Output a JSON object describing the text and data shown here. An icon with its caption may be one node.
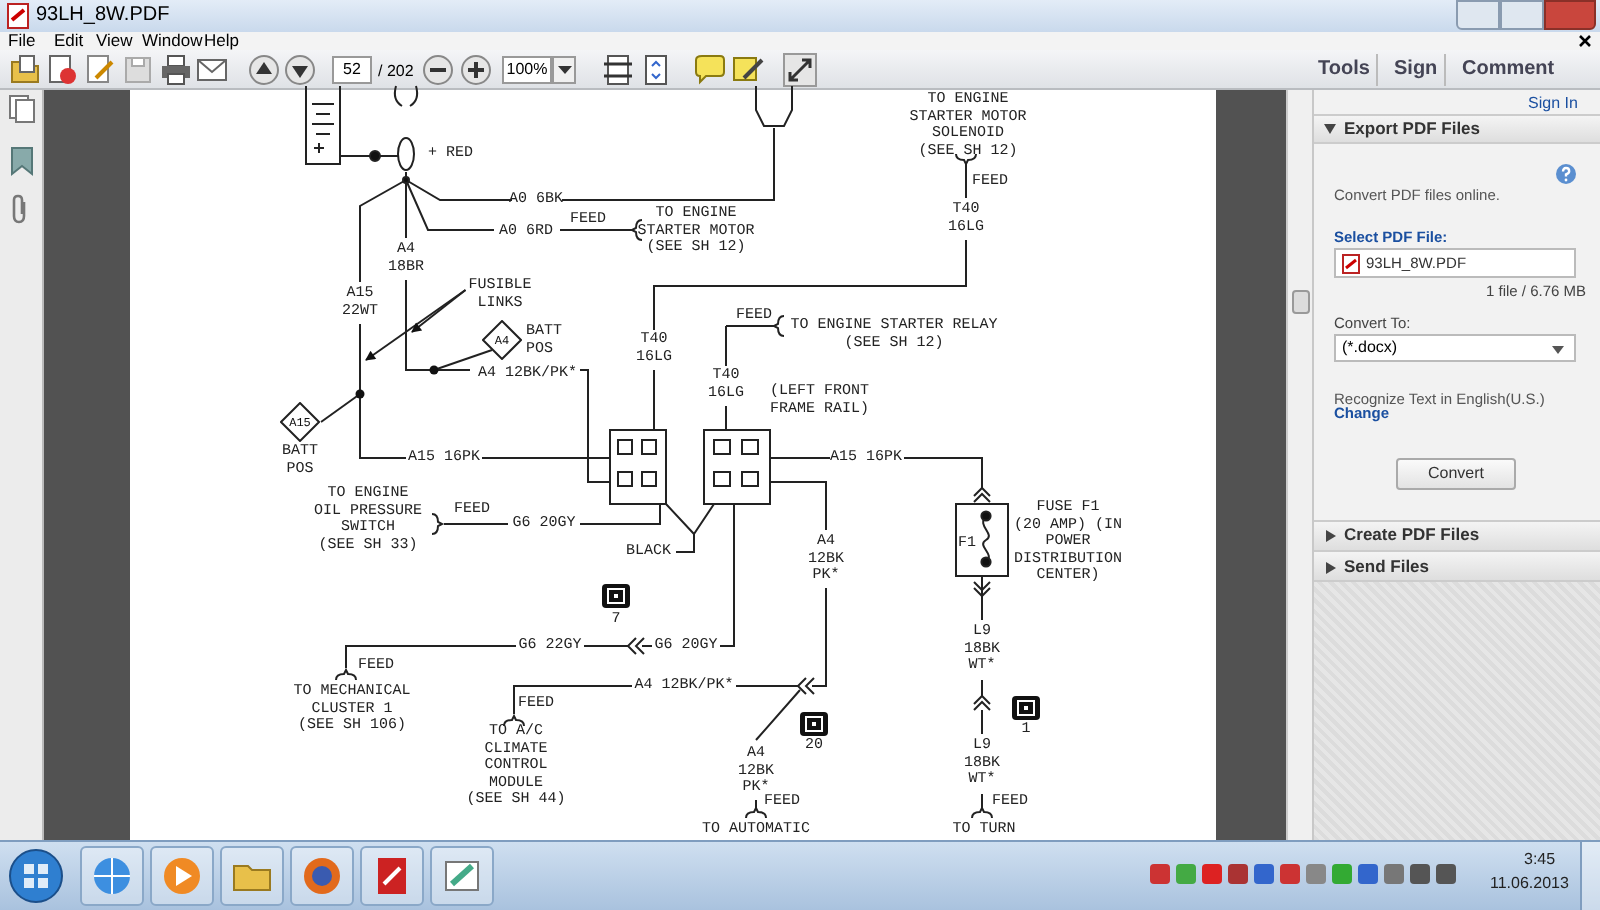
{
  "diagram": {
    "nodes": [
      {
        "text": [
          "FUSIBLE LINKS"
        ]
      },
      {
        "text": [
          "A4"
        ],
        "beside": [
          "BATT POS"
        ]
      },
      {
        "text": [
          "A15"
        ],
        "beside": [
          "BATT POS"
        ]
      }
    ],
    "edges": [
      {
        "from": 0,
        "to": null,
        "arrow": "to"
      },
      {
        "from": 0,
        "to": null,
        "arrow": "to"
      },
      {
        "from": 1,
        "to": null,
        "arrow": "other"
      },
      {
        "from": 2,
        "to": null,
        "arrow": "other"
      }
    ],
    "labels": [
      "93LH_8W.PDF",
      "File",
      "Edit",
      "View",
      "Window",
      "Help",
      "52",
      "/ 202",
      "100%",
      "Tools",
      "Sign",
      "Comment",
      "Sign In",
      "Export PDF Files",
      "Convert PDF files online.",
      "Select PDF File:",
      "93LH_8W.PDF",
      "1 file / 6.76 MB",
      "Convert To:",
      "(*.docx)",
      "Recognize Text in English(U.S.)",
      "Change",
      "Convert",
      "Create PDF Files",
      "Send Files",
      "3:45",
      "11.06.2013",
      "+ RED",
      "A0 6BK",
      "FEED",
      "TO ENGINE STARTER MOTOR (SEE SH 12)",
      "A0 6RD",
      "TO ENGINE STARTER MOTOR SOLENOID (SEE SH 12)",
      "FEED",
      "T40 16LG",
      "A4 18BR",
      "A15 22WT",
      "A4 12BK/PK*",
      "T40 16LG",
      "FEED",
      "TO ENGINE STARTER RELAY (SEE SH 12)",
      "T40 16LG",
      "(LEFT FRONT FRAME RAIL)",
      "A15 16PK",
      "A15 16PK",
      "TO ENGINE OIL PRESSURE SWITCH (SEE SH 33)",
      "FEED",
      "G6 20GY",
      "BLACK",
      "F1",
      "FUSE F1 (20 AMP) (IN POWER DISTRIBUTION CENTER)",
      "A4 12BK PK*",
      "7",
      "G6 22GY",
      "G6 20GY",
      "FEED",
      "TO MECHANICAL CLUSTER 1 (SEE SH 106)",
      "L9 18BK WT*",
      "A4 12BK/PK*",
      "FEED",
      "TO A/C CLIMATE CONTROL MODULE (SEE SH 44)",
      "A4 12BK PK*",
      "20",
      "L9 18BK WT*",
      "1",
      "FEED",
      "FEED",
      "TO AUTOMATIC",
      "TO TURN"
    ]
  }
}
